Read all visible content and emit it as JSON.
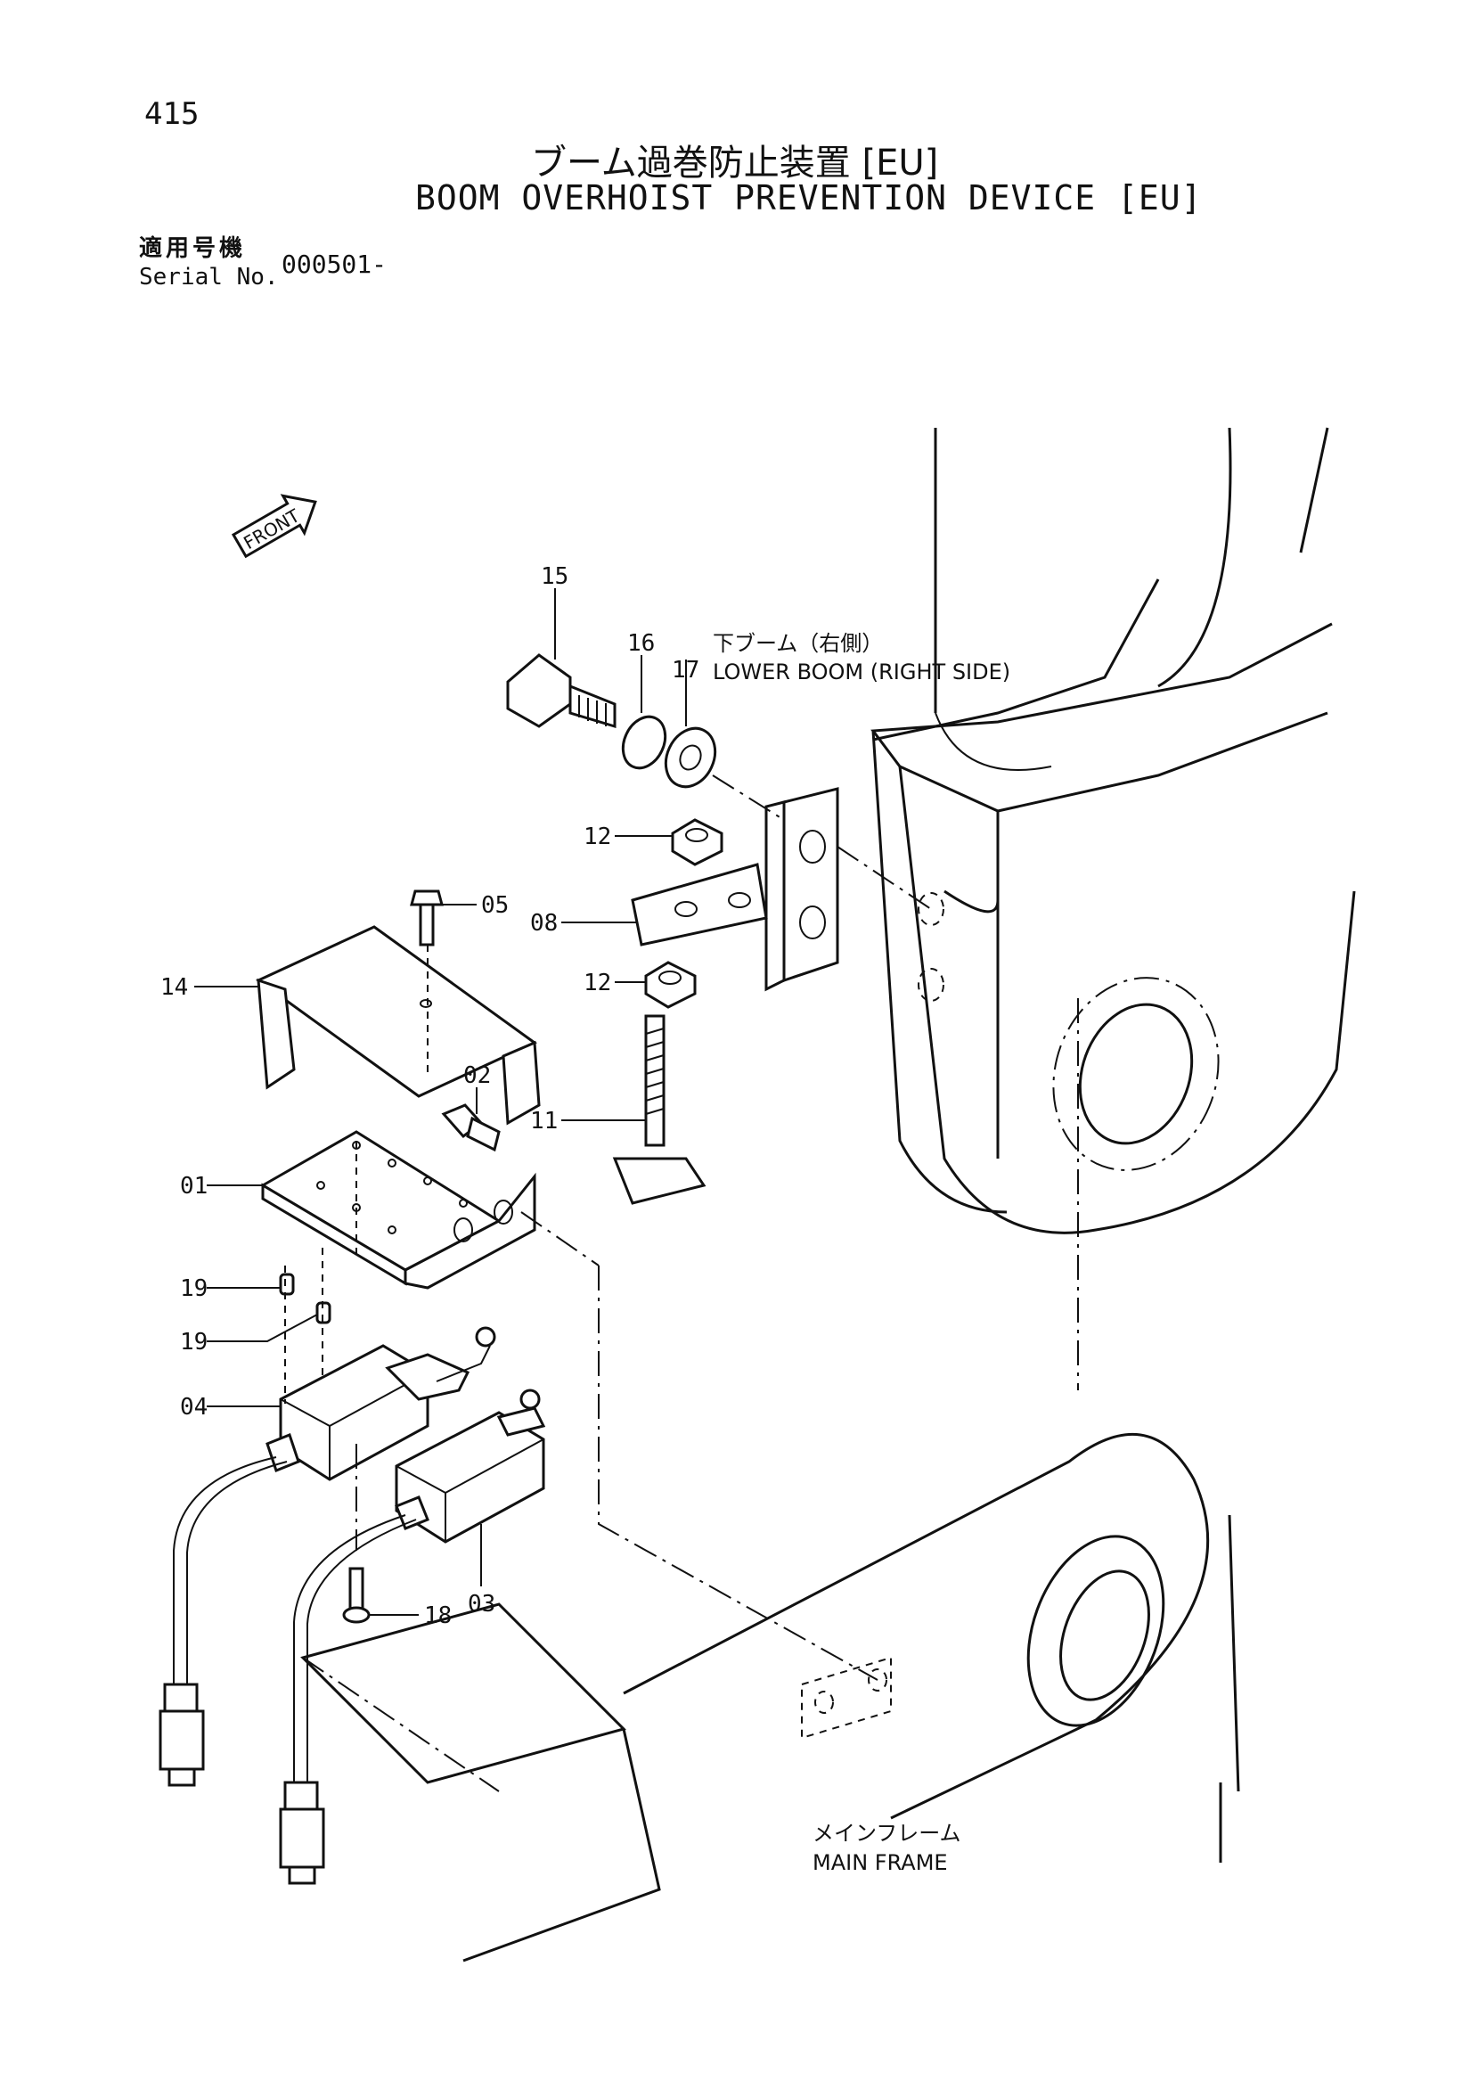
{
  "header": {
    "page_number": "415",
    "title_jp": "ブーム過巻防止装置 [EU]",
    "title_en": "BOOM OVERHOIST PREVENTION DEVICE [EU]",
    "serial_label_jp": "適用号機",
    "serial_label_en": "Serial No.",
    "serial_value": "000501-"
  },
  "diagram": {
    "front_arrow": "FRONT",
    "lower_boom_jp": "下ブーム（右側）",
    "lower_boom_en": "LOWER BOOM (RIGHT SIDE)",
    "main_frame_jp": "メインフレーム",
    "main_frame_en": "MAIN FRAME",
    "callouts": {
      "c15": "15",
      "c16": "16",
      "c17": "17",
      "c12a": "12",
      "c08": "08",
      "c12b": "12",
      "c11": "11",
      "c05": "05",
      "c14": "14",
      "c02": "02",
      "c01": "01",
      "c19a": "19",
      "c19b": "19",
      "c04": "04",
      "c03": "03",
      "c18": "18"
    }
  }
}
